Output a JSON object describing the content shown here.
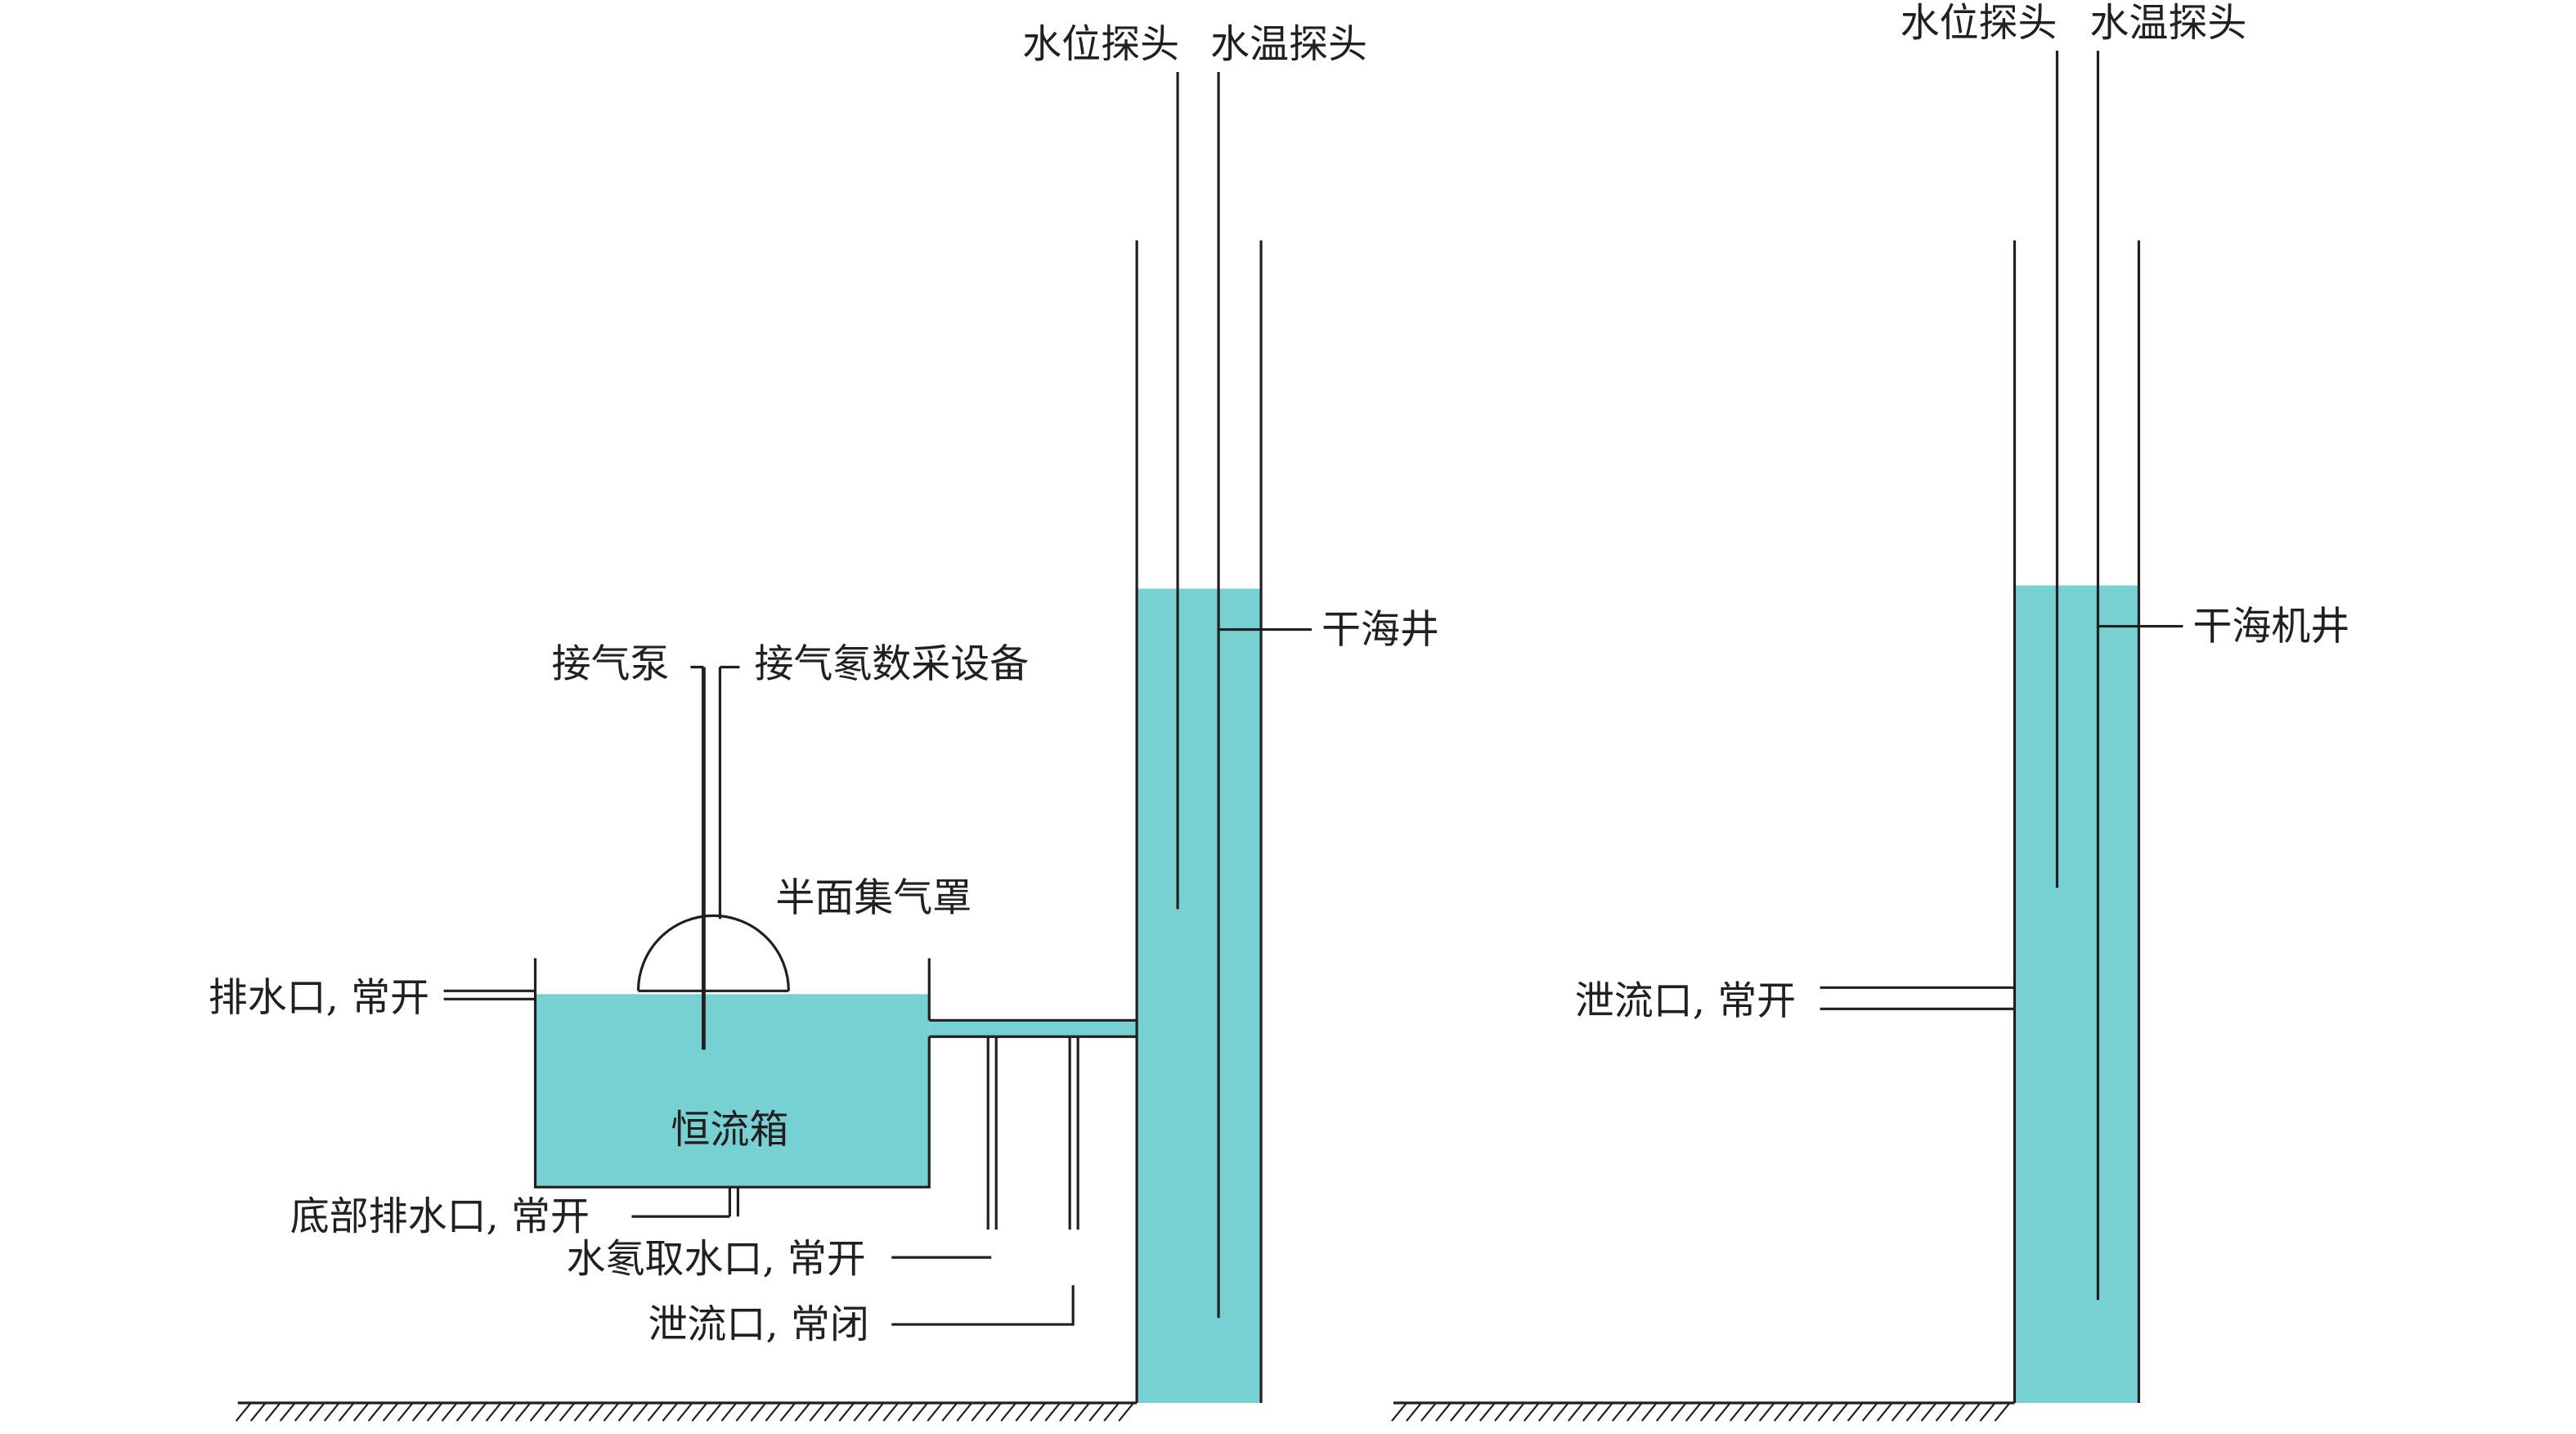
{
  "colors": {
    "water": "#77d1d3",
    "line": "#231f20",
    "background": "#ffffff"
  },
  "left_system": {
    "probe_water_level": "水位探头",
    "probe_water_temp": "水温探头",
    "well_label": "干海井",
    "gas_pump_label": "接气泵",
    "radon_device_label": "接气氡数采设备",
    "gas_hood_label": "半面集气罩",
    "side_drain_label": "排水口, 常开",
    "tank_label": "恒流箱",
    "bottom_drain_label": "底部排水口, 常开",
    "radon_water_intake_label": "水氡取水口, 常开",
    "overflow_closed_label": "泄流口, 常闭"
  },
  "right_system": {
    "probe_water_level": "水位探头",
    "probe_water_temp": "水温探头",
    "well_label": "干海机井",
    "overflow_open_label": "泄流口, 常开"
  }
}
